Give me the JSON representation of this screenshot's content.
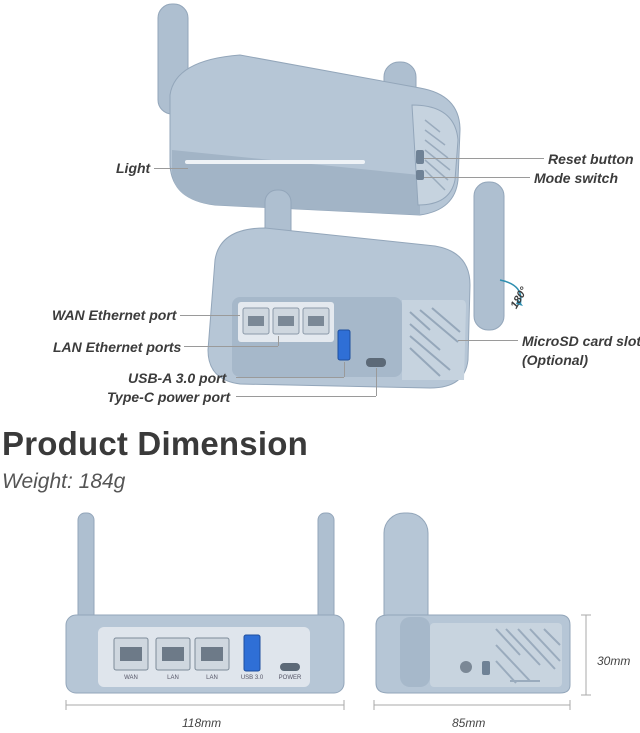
{
  "callouts": {
    "light": "Light",
    "reset_button": "Reset button",
    "mode_switch": "Mode switch",
    "wan_port": "WAN Ethernet port",
    "lan_ports": "LAN Ethernet ports",
    "usb_port": "USB-A 3.0 port",
    "typec_port": "Type-C power port",
    "microsd_line1": "MicroSD card slot",
    "microsd_line2": "(Optional)",
    "rotation": "180°"
  },
  "dimension": {
    "heading": "Product Dimension",
    "weight": "Weight: 184g",
    "width": "118mm",
    "depth": "85mm",
    "height": "30mm"
  },
  "port_labels": {
    "wan": "WAN",
    "lan1": "LAN",
    "lan2": "LAN",
    "usb": "USB 3.0",
    "power": "POWER"
  },
  "colors": {
    "device_body": "#aebfd0",
    "device_shadow": "#8fa2b6",
    "port_panel": "#dfe5ec",
    "usb_blue": "#2f6fd6",
    "text": "#3c3c3c"
  }
}
